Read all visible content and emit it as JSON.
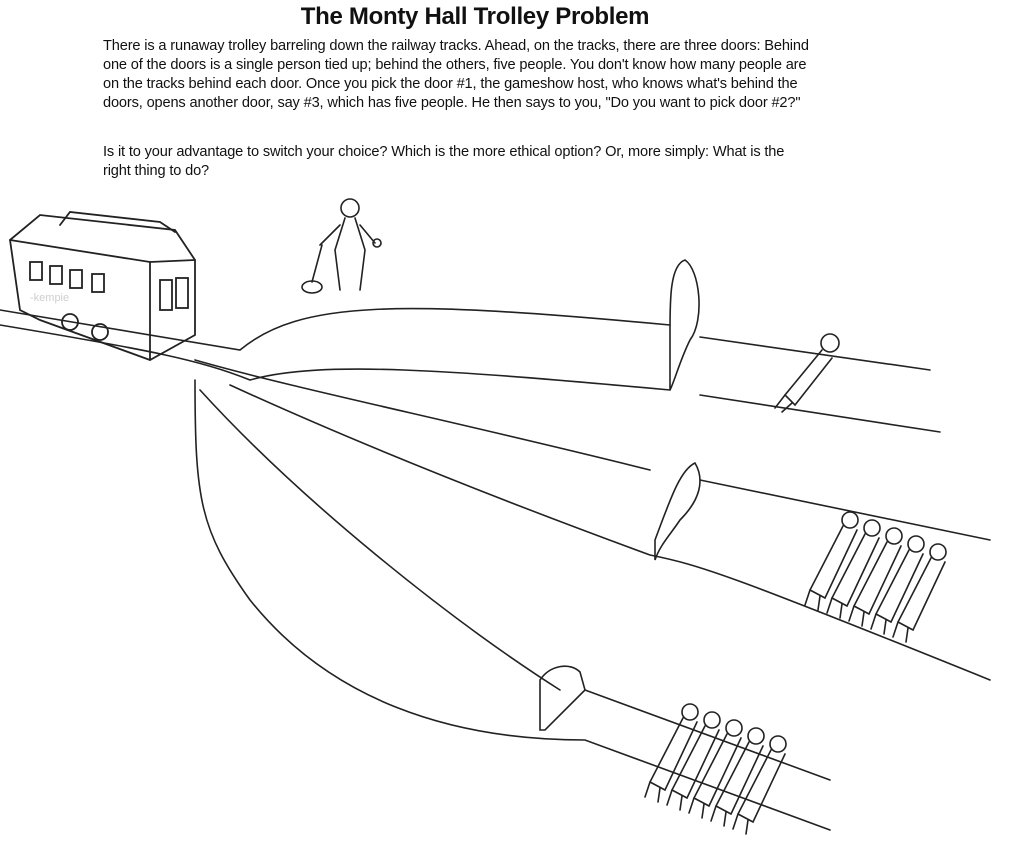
{
  "title": "The Monty Hall Trolley Problem",
  "paragraph1": [
    "There is a runaway trolley barreling down the railway tracks. Ahead, on the tracks, there are three doors: Behind",
    "one of the doors is a single person tied up; behind the others, five people. You don't know how many people are",
    "on the tracks behind each door. Once you pick the door #1, the gameshow host, who knows what's behind the",
    "doors, opens another door, say #3, which has five people. He then says to you, \"Do you want to pick door #2?\""
  ],
  "paragraph2": [
    "Is it to your advantage to switch your choice? Which is the more ethical option? Or, more simply: What is the",
    "right thing to do?"
  ],
  "watermark": "-kempie",
  "illustration": {
    "door_count": 3,
    "people_behind_doors": [
      1,
      5,
      5
    ]
  }
}
